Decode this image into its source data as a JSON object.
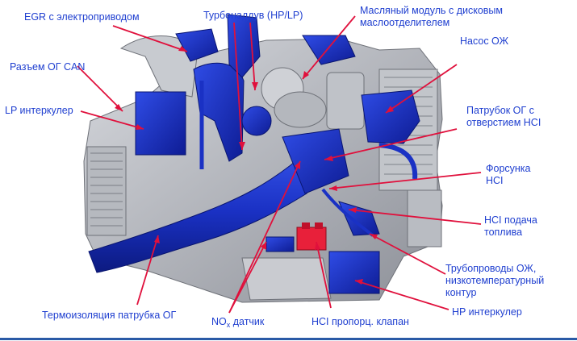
{
  "diagram": {
    "labels": {
      "egr": "EGR с электроприводом",
      "turbo": "Турбонаддув (HP/LP)",
      "oil_module": "Масляный модуль с дисковым\nмаслоотделителем",
      "coolant_pump": "Насос ОЖ",
      "can_connector": "Разъем ОГ CAN",
      "lp_intercooler": "LP интеркулер",
      "exhaust_pipe_hci": "Патрубок ОГ с\nотверстием HCI",
      "injector": "Форсунка\nHCI",
      "hci_fuel_supply": "HCI подача\nтоплива",
      "coolant_pipes": "Трубопроводы ОЖ,\nнизкотемпературный\nконтур",
      "hp_intercooler": "HP интеркулер",
      "thermal_insulation": "Термоизоляция патрубка ОГ",
      "nox_sensor_main": "NO",
      "nox_sensor_sub": "x",
      "nox_sensor_tail": " датчик",
      "hci_valve": "HCI пропорц. клапан"
    },
    "colors": {
      "label_text": "#1f3fd0",
      "leader_line": "#e0103c",
      "engine_blue": "#1830c8",
      "engine_blue_dark": "#0c1a8a",
      "engine_grey": "#a9acb3",
      "engine_grey_dark": "#6e7178",
      "engine_grey_light": "#d3d5da",
      "valve_red": "#e8203a",
      "bottom_rule": "#2a5aa6"
    }
  }
}
